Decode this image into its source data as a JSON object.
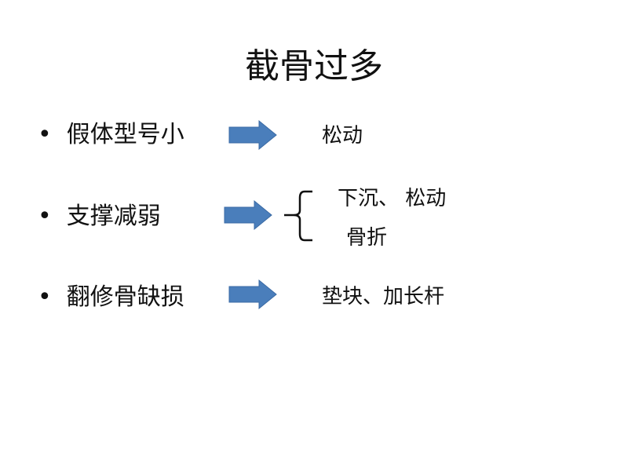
{
  "title": "截骨过多",
  "bullets": [
    {
      "marker": "•",
      "text": "假体型号小",
      "result": "松动"
    },
    {
      "marker": "•",
      "text": "支撑减弱",
      "result": [
        "下沉、 松动",
        "骨折"
      ]
    },
    {
      "marker": "•",
      "text": "翻修骨缺损",
      "result": "垫块、加长杆"
    }
  ],
  "colors": {
    "arrow": "#4a7ebb",
    "arrow_border": "#3a6aa4"
  }
}
